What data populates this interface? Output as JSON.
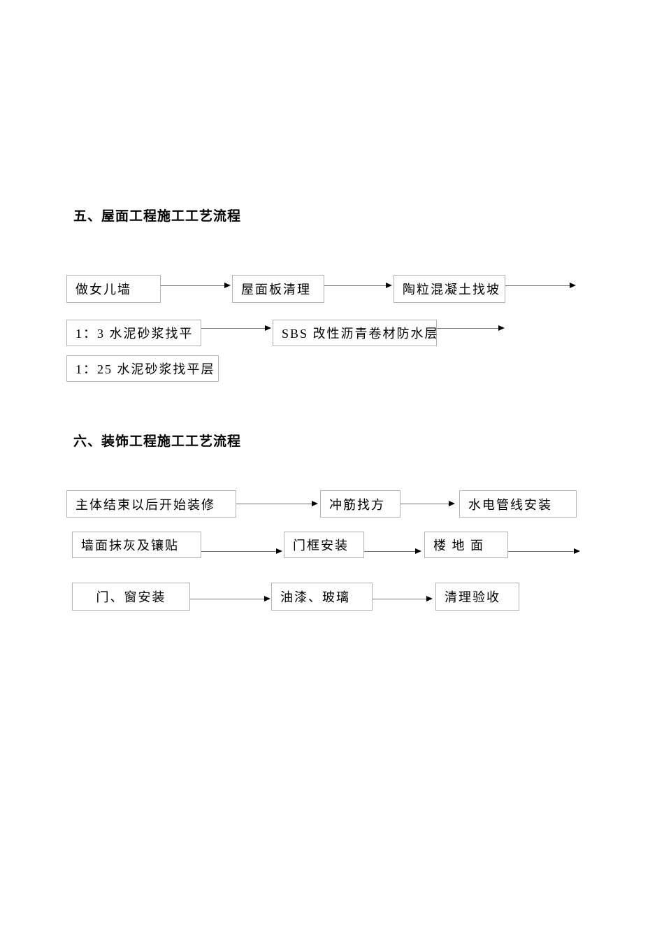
{
  "document": {
    "background": "#ffffff",
    "box_border_color": "#b3b3b3",
    "connector_line_color": "#737373",
    "arrow_head_color": "#000000"
  },
  "sections": [
    {
      "heading": "五、屋面工程施工工艺流程",
      "rows": [
        {
          "boxes": [
            "做女儿墙",
            "屋面板清理",
            "陶粒混凝土找坡"
          ],
          "trailing_arrow": true
        },
        {
          "boxes": [
            "1：3 水泥砂浆找平",
            "SBS 改性沥青卷材防水层"
          ],
          "trailing_arrow": true
        },
        {
          "boxes": [
            "1：25 水泥砂浆找平层"
          ],
          "trailing_arrow": false
        }
      ]
    },
    {
      "heading": "六、装饰工程施工工艺流程",
      "rows": [
        {
          "boxes": [
            "主体结束以后开始装修",
            "冲筋找方",
            "水电管线安装"
          ],
          "trailing_arrow": false
        },
        {
          "boxes": [
            "墙面抹灰及镶贴",
            "门框安装",
            "楼 地 面"
          ],
          "trailing_arrow": true
        },
        {
          "boxes": [
            "门、窗安装",
            "油漆、玻璃",
            "清理验收"
          ],
          "trailing_arrow": false
        }
      ]
    }
  ]
}
